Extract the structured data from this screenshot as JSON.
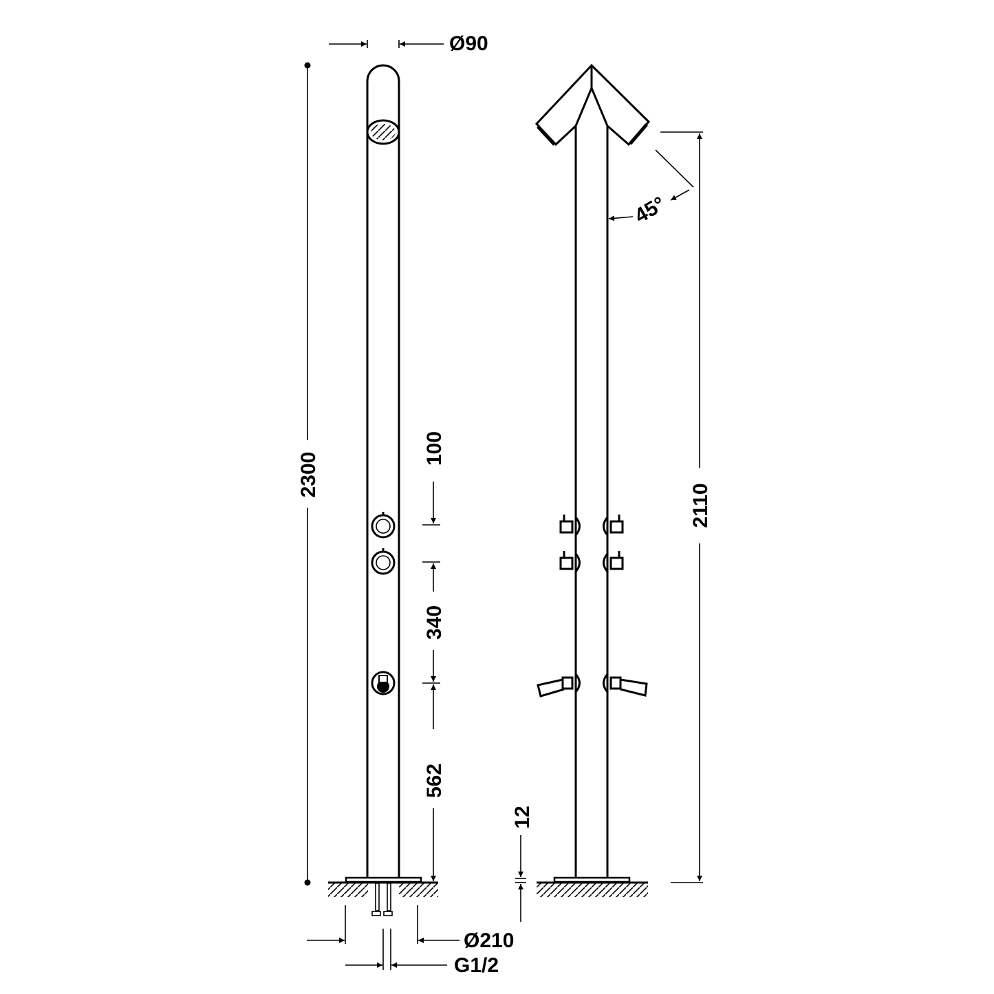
{
  "drawing": {
    "front_view": {
      "pipe_diameter": "Ø90",
      "total_height": "2300",
      "valve_spacing": "100",
      "valve_to_mixer": "340",
      "mixer_height": "562",
      "base_diameter": "Ø210",
      "connection": "G1/2"
    },
    "side_view": {
      "head_height": "2110",
      "head_angle": "45°",
      "base_thickness": "12"
    }
  }
}
